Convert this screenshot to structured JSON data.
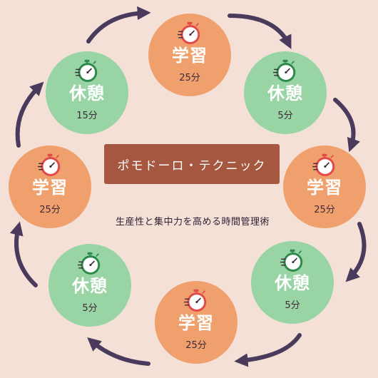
{
  "title": "ポモドーロ・テクニック",
  "subtitle": "生産性と集中力を高める時間管理術",
  "colors": {
    "background": "#f5e0d8",
    "study": "#f0a06c",
    "rest": "#98d4a4",
    "title_box": "#a5573f",
    "arrow": "#4a3a5c",
    "study_icon_ring": "#e04a4a",
    "rest_icon_ring": "#2e8a4a"
  },
  "cycle": [
    {
      "type": "study",
      "label": "学習",
      "duration": "25分",
      "icon": "stopwatch-icon"
    },
    {
      "type": "rest",
      "label": "休憩",
      "duration": "5分",
      "icon": "stopwatch-icon"
    },
    {
      "type": "study",
      "label": "学習",
      "duration": "25分",
      "icon": "stopwatch-icon"
    },
    {
      "type": "rest",
      "label": "休憩",
      "duration": "5分",
      "icon": "stopwatch-icon"
    },
    {
      "type": "study",
      "label": "学習",
      "duration": "25分",
      "icon": "stopwatch-icon"
    },
    {
      "type": "rest",
      "label": "休憩",
      "duration": "5分",
      "icon": "stopwatch-icon"
    },
    {
      "type": "study",
      "label": "学習",
      "duration": "25分",
      "icon": "stopwatch-icon"
    },
    {
      "type": "rest",
      "label": "休憩",
      "duration": "15分",
      "icon": "stopwatch-icon"
    }
  ]
}
